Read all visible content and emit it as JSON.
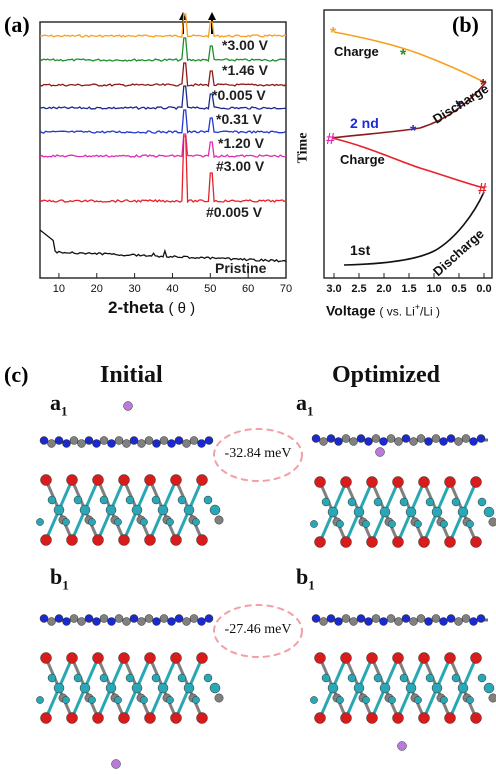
{
  "panel_a": {
    "label": "(a)",
    "xlabel": "2-theta",
    "xlabel_unit": "( θ )",
    "ticks": [
      "10",
      "20",
      "30",
      "40",
      "50",
      "60",
      "70"
    ],
    "traces": [
      {
        "name": "*3.00 V",
        "color": "#f7a01e",
        "label_color": "#1f1f1f",
        "star_color": "#f7a01e"
      },
      {
        "name": "*1.46 V",
        "color": "#1e8f2c",
        "label_color": "#1f1f1f",
        "star_color": "#1e8f2c"
      },
      {
        "name": "*0.005 V",
        "color": "#8b1a1a",
        "label_color": "#1f1f1f",
        "star_color": "#8b1a1a"
      },
      {
        "name": "*0.31 V",
        "color": "#1c2a8c",
        "label_color": "#1f1f1f",
        "star_color": "#1c2a8c"
      },
      {
        "name": "*1.20 V",
        "color": "#2238d0",
        "label_color": "#1f1f1f",
        "star_color": "#2238d0"
      },
      {
        "name": "#3.00 V",
        "color": "#e02bb3",
        "label_color": "#1f1f1f",
        "star_color": "#e02bb3"
      },
      {
        "name": "#0.005 V",
        "color": "#e8202a",
        "label_color": "#1f1f1f",
        "star_color": "#e8202a"
      },
      {
        "name": "Pristine",
        "color": "#111111",
        "label_color": "#1f1f1f",
        "star_color": "#111111"
      }
    ]
  },
  "panel_b": {
    "label": "(b)",
    "ylabel": "Time",
    "xlabel_main": "Voltage",
    "xlabel_paren": "( vs. Li",
    "xlabel_sup": "+",
    "xlabel_end": "/Li )",
    "ticks": [
      "3.0",
      "2.5",
      "2.0",
      "1.5",
      "1.0",
      "0.5",
      "0.0"
    ],
    "labels": {
      "charge_top": "Charge",
      "discharge_2nd": "Discharge",
      "second": "2 nd",
      "charge_mid": "Charge",
      "first": "1st",
      "discharge_1st": "Discharge"
    }
  },
  "panel_c": {
    "label": "(c)",
    "initial": "Initial",
    "optimized": "Optimized",
    "a1_main": "a",
    "a1_sub": "1",
    "b1_main": "b",
    "b1_sub": "1",
    "energy_a": "-32.84 meV",
    "energy_b": "-27.46 meV"
  },
  "colors": {
    "oxygen": "#d81b1b",
    "metal": "#2aa7b5",
    "carbon": "#808080",
    "nitrogen": "#1a2acc",
    "lithium": "#b97ad8",
    "ellipse": "#f2a0a8"
  }
}
